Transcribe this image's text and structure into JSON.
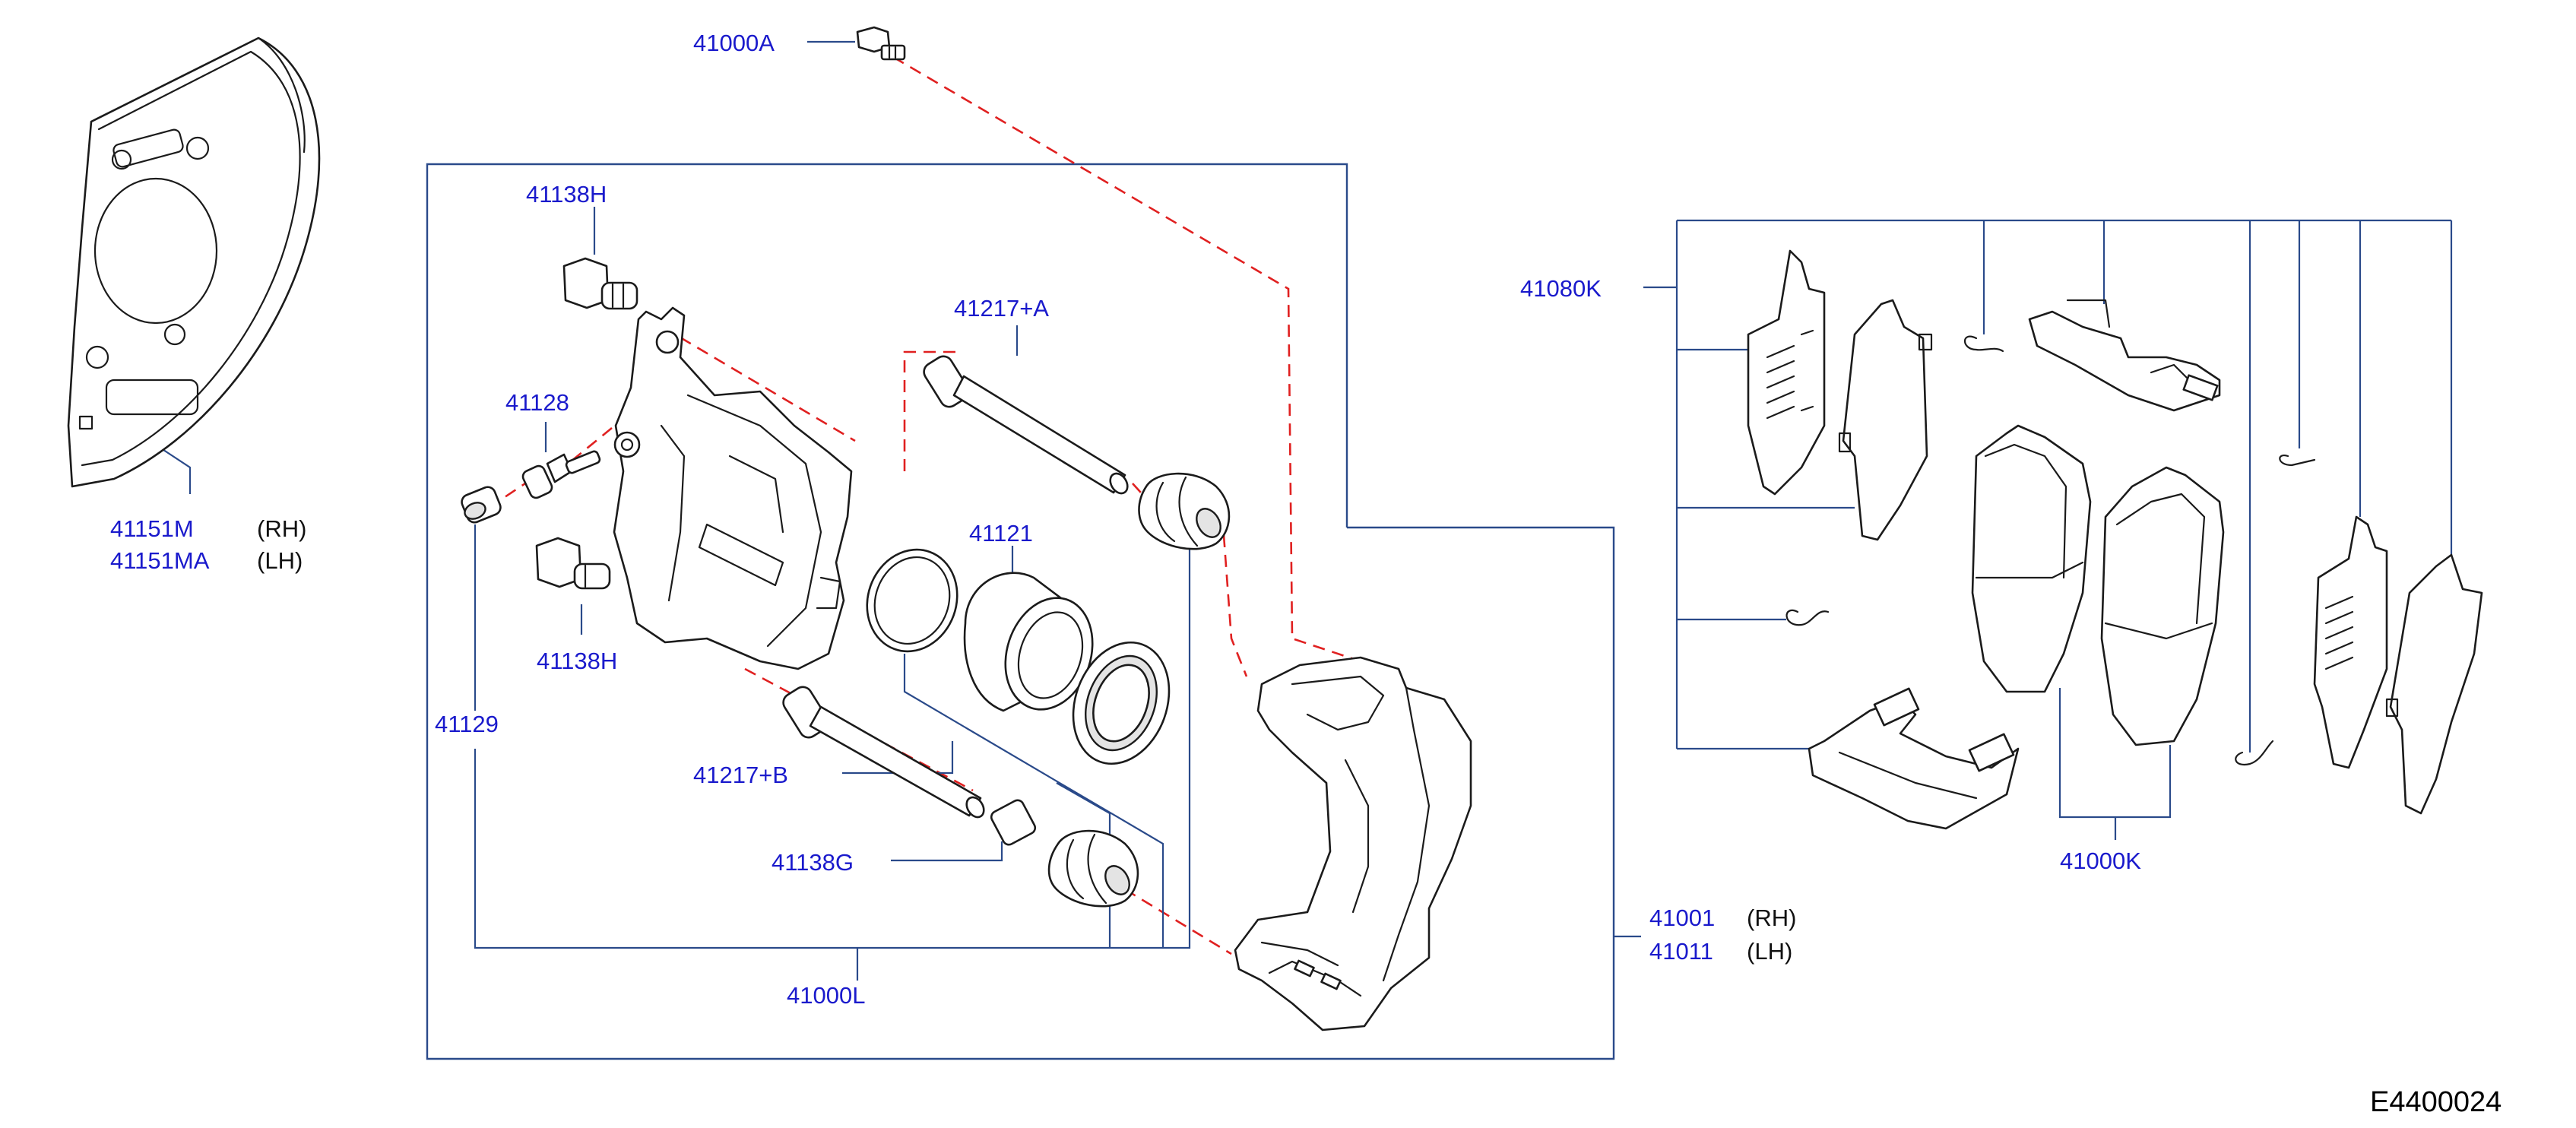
{
  "diagram_code": "E4400024",
  "labels": {
    "bolt_top": "41000A",
    "shield_rh": "41151M",
    "shield_lh": "41151MA",
    "bolt_upper": "41138H",
    "bleeder": "41128",
    "pin_a": "41217+A",
    "piston": "41121",
    "bolt_lower": "41138H",
    "cap": "41129",
    "pin_b": "41217+B",
    "bushing": "41138G",
    "seal_kit": "41000L",
    "pad_kit": "41080K",
    "pads": "41000K",
    "caliper_rh": "41001",
    "caliper_lh": "41011"
  },
  "side_tags": {
    "rh": "(RH)",
    "lh": "(LH)"
  }
}
